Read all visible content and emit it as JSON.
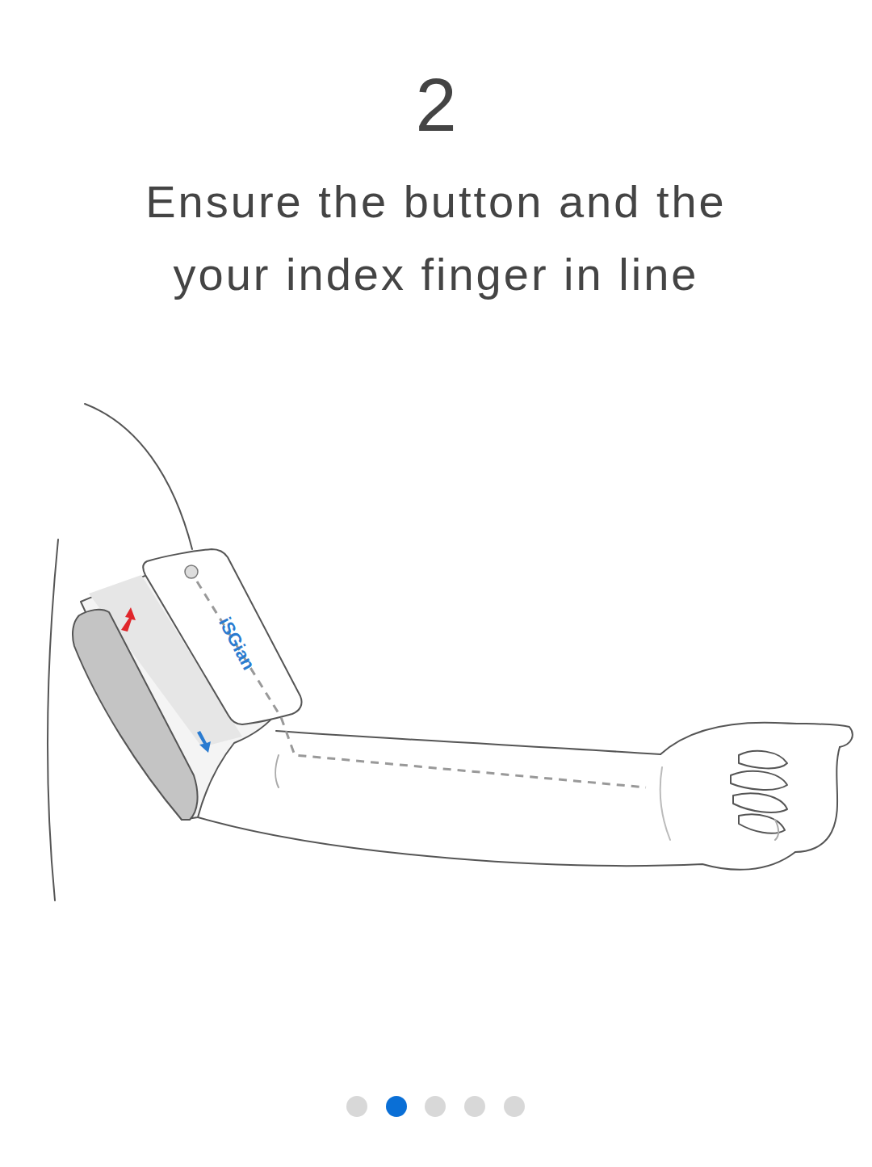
{
  "diagram": {
    "title": "Ensure the button and the your index finger in line",
    "labels": [
      "2",
      "iSGian"
    ]
  }
}
